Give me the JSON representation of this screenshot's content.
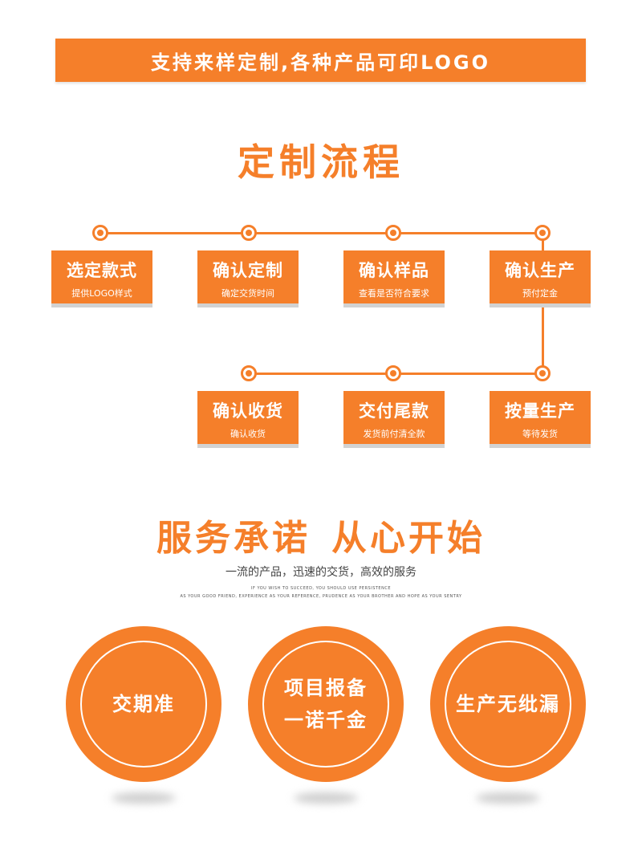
{
  "banner": {
    "text": "支持来样定制,各种产品可印LOGO"
  },
  "process": {
    "title": "定制流程",
    "steps": [
      {
        "title": "选定款式",
        "sub": "提供LOGO样式"
      },
      {
        "title": "确认定制",
        "sub": "确定交货时间"
      },
      {
        "title": "确认样品",
        "sub": "查看是否符合要求"
      },
      {
        "title": "确认生产",
        "sub": "预付定金"
      },
      {
        "title": "按量生产",
        "sub": "等待发货"
      },
      {
        "title": "交付尾款",
        "sub": "发货前付清全款"
      },
      {
        "title": "确认收货",
        "sub": "确认收货"
      }
    ]
  },
  "service": {
    "title_a": "服务承诺",
    "title_b": "从心开始",
    "subtitle": "一流的产品，迅速的交货，高效的服务",
    "english_line1": "IF YOU WISH TO SUCCEED, YOU SHOULD USE PERSISTENCE",
    "english_line2": "AS YOUR GOOD FRIEND, EXPERIENCE AS YOUR REFERENCE, PRUDENCE AS YOUR BROTHER AND HOPE AS YOUR SENTRY",
    "circles": [
      {
        "line1": "交期准",
        "line2": ""
      },
      {
        "line1": "项目报备",
        "line2": "一诺千金"
      },
      {
        "line1": "生产无纰漏",
        "line2": ""
      }
    ]
  },
  "colors": {
    "accent": "#f57f2a",
    "shadow": "#d2d2d2"
  }
}
